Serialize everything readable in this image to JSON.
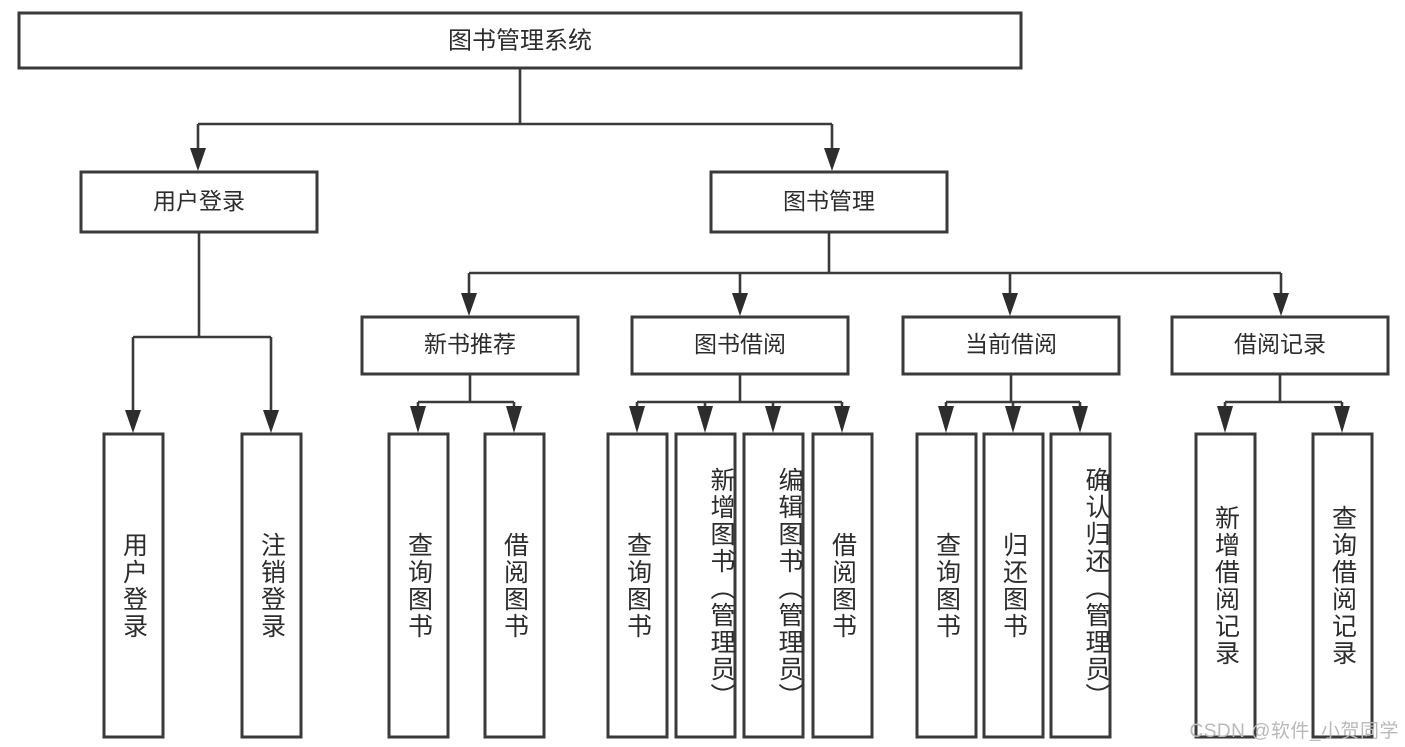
{
  "diagram": {
    "title_text": "图书管理系统",
    "type": "tree-hierarchy-chart",
    "background_color": "#ffffff",
    "box_stroke_color": "#3a3a3a",
    "connector_color": "#3a3a3a",
    "text_color": "#2c2c2c",
    "root": {
      "label": "图书管理系统",
      "orientation": "horizontal"
    },
    "level2": [
      {
        "label": "用户登录",
        "orientation": "horizontal"
      },
      {
        "label": "图书管理",
        "orientation": "horizontal"
      }
    ],
    "level3": [
      {
        "label": "新书推荐",
        "orientation": "horizontal"
      },
      {
        "label": "图书借阅",
        "orientation": "horizontal"
      },
      {
        "label": "当前借阅",
        "orientation": "horizontal"
      },
      {
        "label": "借阅记录",
        "orientation": "horizontal"
      }
    ],
    "leaves_user_login": [
      {
        "label": "用户登录",
        "orientation": "vertical"
      },
      {
        "label": "注销登录",
        "orientation": "vertical"
      }
    ],
    "leaves_new_book": [
      {
        "label": "查询图书",
        "orientation": "vertical"
      },
      {
        "label": "借阅图书",
        "orientation": "vertical"
      }
    ],
    "leaves_borrow_book": [
      {
        "label": "查询图书",
        "orientation": "vertical"
      },
      {
        "label": "新增图书（管理员）",
        "orientation": "vertical"
      },
      {
        "label": "编辑图书（管理员）",
        "orientation": "vertical"
      },
      {
        "label": "借阅图书",
        "orientation": "vertical"
      }
    ],
    "leaves_current_borrow": [
      {
        "label": "查询图书",
        "orientation": "vertical"
      },
      {
        "label": "归还图书",
        "orientation": "vertical"
      },
      {
        "label": "确认归还（管理员）",
        "orientation": "vertical"
      }
    ],
    "leaves_borrow_record": [
      {
        "label": "新增借阅记录",
        "orientation": "vertical"
      },
      {
        "label": "查询借阅记录",
        "orientation": "vertical"
      }
    ]
  },
  "watermark": {
    "text": "CSDN @软件_小贺同学"
  }
}
